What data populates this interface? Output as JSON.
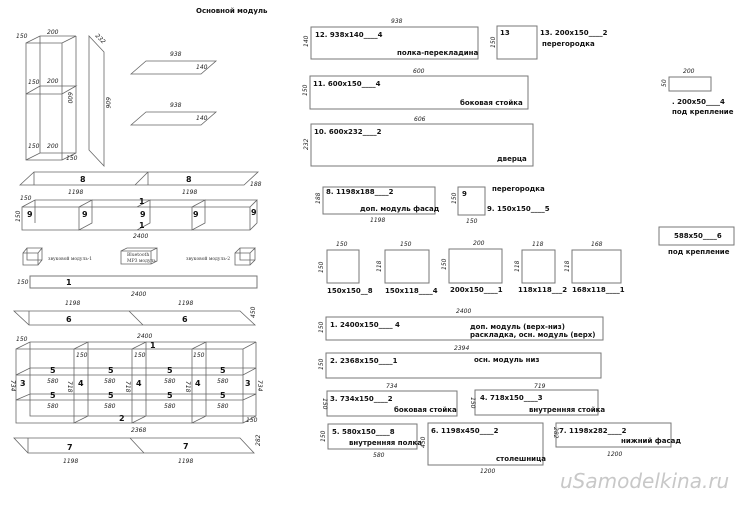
{
  "title": "Основной модуль",
  "module_drawing": {
    "width": "200",
    "depth": "150",
    "height": "600",
    "side_height": "606",
    "side_depth": "232",
    "shelf_len": "938",
    "shelf_depth": "140"
  },
  "facade_strip": {
    "label": "8",
    "length": "1198",
    "depth": "188"
  },
  "top_box": {
    "depth": "150",
    "height": "150",
    "length": "2400",
    "panel": "1",
    "partition": "9"
  },
  "modules": {
    "left": "звуковой модуль-1",
    "center_1": "Bluetooth",
    "center_2": "MP3 модуль",
    "right": "звуковой модуль-2"
  },
  "strip1": {
    "height": "150",
    "label": "1",
    "length": "2400"
  },
  "countertop": {
    "label": "6",
    "length": "1198",
    "depth": "450"
  },
  "assembly": {
    "top_len": "2400",
    "bottom_len": "2368",
    "depth": "150",
    "height": "734",
    "inner_height": "718",
    "shelf_len": "580",
    "side": "3",
    "inner": "4",
    "shelf": "5",
    "top": "1",
    "bottom": "2"
  },
  "lower_facade": {
    "label": "7",
    "length": "1198",
    "depth": "282"
  },
  "parts": {
    "p12": {
      "spec": "12.  938x140____4",
      "name": "полка-перекладина",
      "w": "938",
      "h": "140"
    },
    "p13": {
      "box": "13",
      "spec": "13.  200x150____2",
      "name": "перегородка",
      "h": "150"
    },
    "p11": {
      "spec": "11.  600x150____4",
      "name": "боковая стойка",
      "w": "600",
      "h": "150"
    },
    "p10": {
      "spec": "10.  600x232____2",
      "name": "дверца",
      "w": "606",
      "h": "232"
    },
    "mount1": {
      "spec": ".  200x50____4",
      "name": "под крепление",
      "w": "200",
      "h": "50"
    },
    "p8": {
      "spec": "8.  1198x188____2",
      "name": "доп. модуль фасад",
      "w": "1198",
      "h": "188"
    },
    "p9": {
      "box": "9",
      "spec": "9.    150x150____5",
      "name": "перегородка",
      "w": "150",
      "h": "150"
    },
    "mount2": {
      "spec": "588x50____6",
      "name": "под крепление"
    },
    "p1": {
      "spec": "1.    2400x150____ 4",
      "name1": "доп. модуль (верх-низ)",
      "name2": "раскладка, осн. модуль (верх)",
      "w": "2400",
      "h": "150"
    },
    "p2": {
      "spec": "2.   2368x150____1",
      "name": "осн. модуль низ",
      "w": "2394",
      "h": "150"
    },
    "p3": {
      "spec": "3.     734x150____2",
      "name": "боковая стойка",
      "w": "734",
      "h": "150"
    },
    "p4": {
      "spec": "4.     718x150____3",
      "name": "внутренняя стойка",
      "w": "719",
      "h": "150"
    },
    "p5": {
      "spec": "5.     580x150____8",
      "name": "внутренняя полка",
      "w": "580",
      "h": "150"
    },
    "p6": {
      "spec": "6.  1198x450____2",
      "name": "столешница",
      "w": "1200",
      "h": "450"
    },
    "p7": {
      "spec": "7.  1198x282____2",
      "name": "нижний фасад",
      "w": "1200",
      "h": "282"
    }
  },
  "squares": [
    {
      "spec": "150x150__8",
      "w": "150",
      "h": "150"
    },
    {
      "spec": "150x118____4",
      "w": "150",
      "h": "118"
    },
    {
      "spec": "200x150____1",
      "w": "200",
      "h": "150"
    },
    {
      "spec": "118x118___2",
      "w": "118",
      "h": "118"
    },
    {
      "spec": "168x118____1",
      "w": "168",
      "h": "118"
    }
  ],
  "watermark": "uSamodelkina.ru"
}
